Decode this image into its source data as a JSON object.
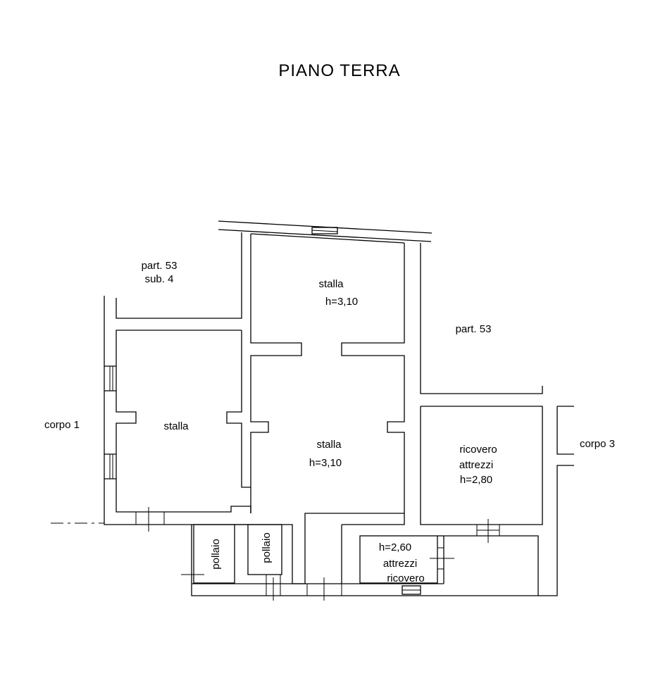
{
  "title": "PIANO TERRA",
  "labels": {
    "part53_sub4_line1": "part. 53",
    "part53_sub4_line2": "sub. 4",
    "stalla_top": "stalla",
    "stalla_top_h": "h=3,10",
    "part53": "part. 53",
    "corpo1": "corpo 1",
    "stalla_left": "stalla",
    "stalla_center": "stalla",
    "stalla_center_h": "h=3,10",
    "ricovero_right_line1": "ricovero",
    "ricovero_right_line2": "attrezzi",
    "ricovero_right_h": "h=2,80",
    "corpo3": "corpo 3",
    "pollaio_1": "pollaio",
    "pollaio_2": "pollaio",
    "ricovero_small_h": "h=2,60",
    "ricovero_small_line1": "attrezzi",
    "ricovero_small_line2": "ricovero"
  },
  "colors": {
    "ink": "#000000",
    "paper": "#ffffff"
  }
}
